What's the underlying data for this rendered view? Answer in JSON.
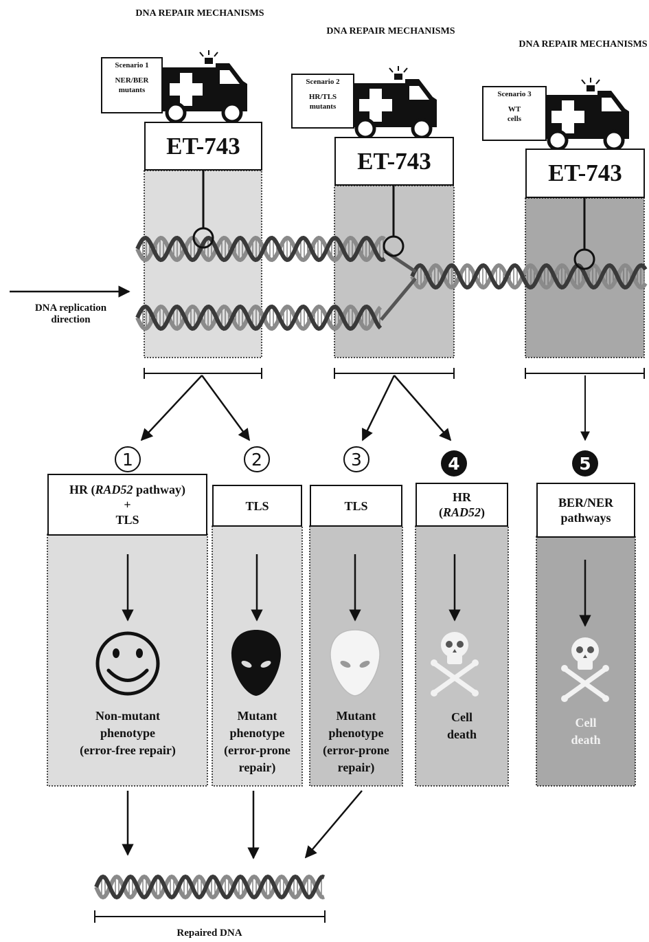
{
  "repair_mechanisms_label": "DNA REPAIR MECHANISMS",
  "scenarios": [
    {
      "title": "Scenario 1",
      "line1": "NER/BER",
      "line2": "mutants"
    },
    {
      "title": "Scenario 2",
      "line1": "HR/TLS",
      "line2": "mutants"
    },
    {
      "title": "Scenario 3",
      "line1": "WT",
      "line2": "cells"
    }
  ],
  "drug_label": "ET-743",
  "replication_label_line1": "DNA replication",
  "replication_label_line2": "direction",
  "pathways": [
    {
      "number": "1",
      "label_line1": "HR (RAD52 pathway)",
      "label_line2": "+",
      "label_line3": "TLS",
      "outcome": [
        "Non-mutant",
        "phenotype",
        "(error-free repair)"
      ],
      "icon": "smiley-icon"
    },
    {
      "number": "2",
      "label_line1": "TLS",
      "outcome": [
        "Mutant",
        "phenotype",
        "(error-prone",
        "repair)"
      ],
      "icon": "black-alien-icon"
    },
    {
      "number": "3",
      "label_line1": "TLS",
      "outcome": [
        "Mutant",
        "phenotype",
        "(error-prone",
        "repair)"
      ],
      "icon": "white-alien-icon"
    },
    {
      "number": "4",
      "label_line1": "HR",
      "label_line2": "(RAD52)",
      "outcome": [
        "Cell",
        "death"
      ],
      "icon": "skull-crossbones-icon"
    },
    {
      "number": "5",
      "label_line1": "BER/NER",
      "label_line2": "pathways",
      "outcome": [
        "Cell",
        "death"
      ],
      "icon": "skull-crossbones-icon"
    }
  ],
  "repaired_dna_label": "Repaired DNA",
  "colors": {
    "panel_light": "#dddddd",
    "panel_mid": "#c4c4c4",
    "panel_dark": "#a8a8a8",
    "ink": "#111111"
  }
}
